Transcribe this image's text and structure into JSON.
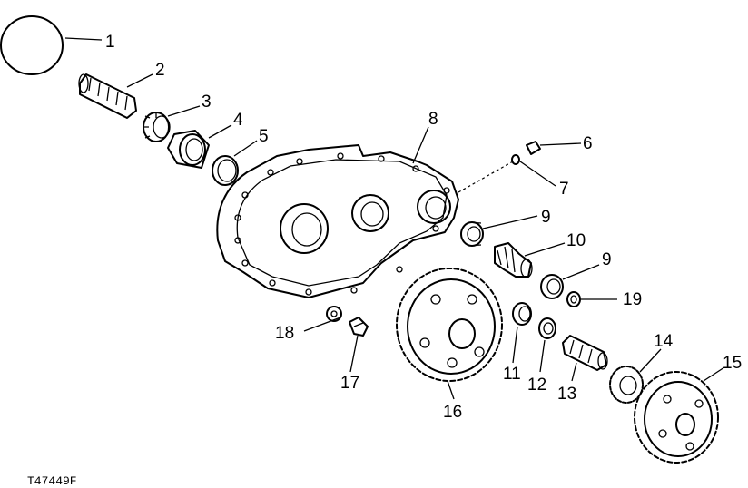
{
  "figure_code": "T47449F",
  "callouts": [
    "1",
    "2",
    "3",
    "4",
    "5",
    "6",
    "7",
    "8",
    "9",
    "10",
    "9",
    "19",
    "18",
    "11",
    "12",
    "13",
    "14",
    "15",
    "17",
    "16"
  ],
  "parts": [
    "o-ring",
    "shaft",
    "bearing-cone",
    "bearing-cup",
    "snap-ring",
    "plug",
    "o-ring-small",
    "gear-case",
    "bearing",
    "pinion-gear",
    "bearing",
    "washer",
    "washer-small",
    "bearing-cone",
    "bearing-cup",
    "splined-shaft",
    "pinion-gear",
    "drive-gear",
    "cap-screw",
    "large-drive-gear"
  ]
}
